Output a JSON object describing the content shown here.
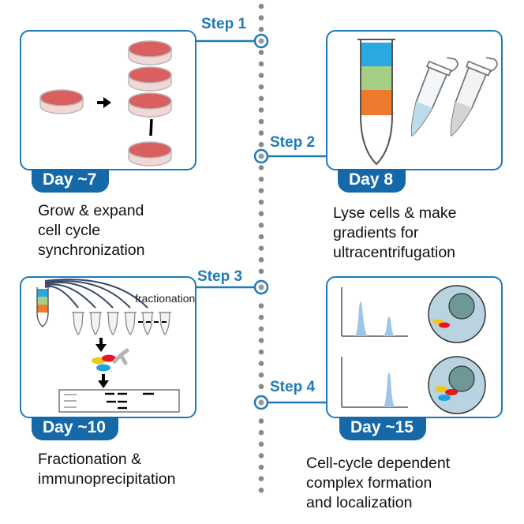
{
  "steps": [
    {
      "label": "Step 1",
      "day": "Day ~7",
      "description": "Grow & expand\ncell cycle\nsynchronization"
    },
    {
      "label": "Step 2",
      "day": "Day 8",
      "description": "Lyse cells & make\ngradients for\nultracentrifugation"
    },
    {
      "label": "Step 3",
      "day": "Day ~10",
      "description": "Fractionation &\nimmunoprecipitation",
      "panel_label": "fractionation"
    },
    {
      "label": "Step 4",
      "day": "Day ~15",
      "description": "Cell-cycle dependent\ncomplex formation\nand localization"
    }
  ],
  "colors": {
    "accent": "#1f7ab8",
    "day_badge": "#1669a8",
    "dish": "#d9605e",
    "gradient_top": "#29a9e0",
    "gradient_mid": "#a6cf86",
    "gradient_bottom": "#ee7a2d",
    "peak": "#9ec5e8",
    "cell": "#b9d3e0",
    "nucleus": "#6d9897"
  }
}
